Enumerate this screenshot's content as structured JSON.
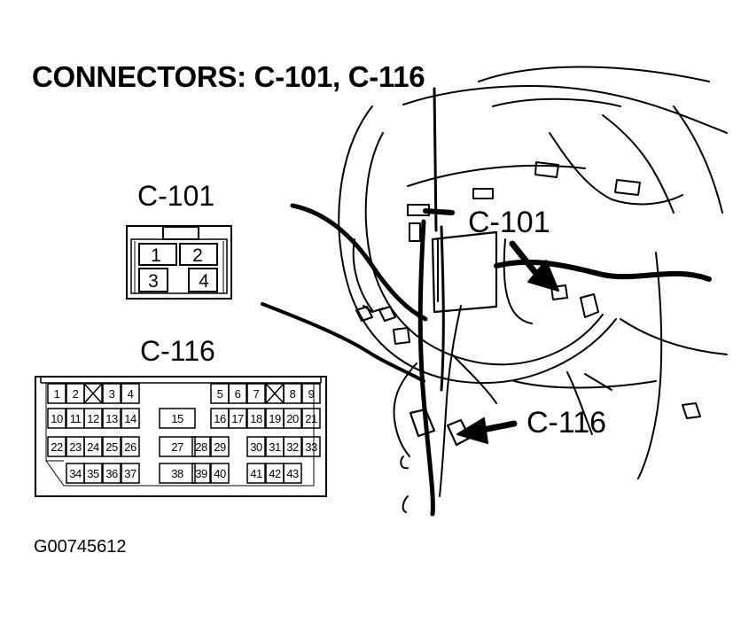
{
  "title": "CONNECTORS: C-101, C-116",
  "figure_id": "G00745612",
  "c101": {
    "label": "C-101",
    "callout": "C-101",
    "pins": [
      "1",
      "2",
      "3",
      "4"
    ]
  },
  "c116": {
    "label": "C-116",
    "callout": "C-116",
    "blocked_pins_marker": "X",
    "row1": [
      "1",
      "2",
      "3",
      "4",
      "5",
      "6",
      "7",
      "8",
      "9"
    ],
    "row2": [
      "10",
      "11",
      "12",
      "13",
      "14",
      "15",
      "16",
      "17",
      "18",
      "19",
      "20",
      "21"
    ],
    "row3": [
      "22",
      "23",
      "24",
      "25",
      "26",
      "27",
      "28",
      "29",
      "30",
      "31",
      "32",
      "33"
    ],
    "row4": [
      "34",
      "35",
      "36",
      "37",
      "38",
      "39",
      "40",
      "41",
      "42",
      "43"
    ]
  }
}
